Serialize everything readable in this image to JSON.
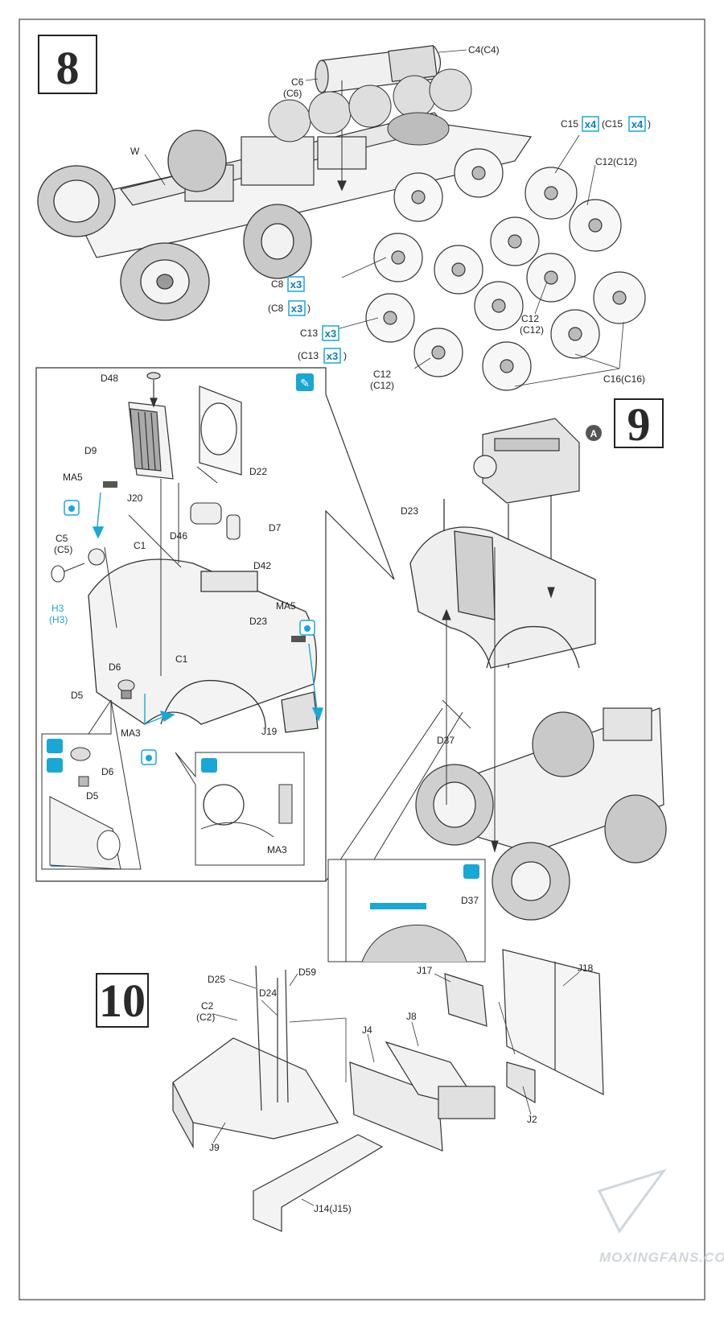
{
  "steps": {
    "s8": "8",
    "s9": "9",
    "s10": "10"
  },
  "labels": {
    "c4": "C4(C4)",
    "c6a": "C6",
    "c6b": "(C6)",
    "w": "W",
    "c15a": "C15",
    "c15b": "(C15",
    "c15c": ")",
    "c12top": "C12(C12)",
    "c8a": "C8",
    "c8b": "(C8",
    "c8c": ")",
    "c13a": "C13",
    "c13b": "(C13",
    "c13c": ")",
    "c12ma": "C12",
    "c12mb": "(C12)",
    "c12la": "C12",
    "c12lb": "(C12)",
    "c16": "C16(C16)",
    "d48": "D48",
    "d9": "D9",
    "d22": "D22",
    "ma5a": "MA5",
    "j20": "J20",
    "d46": "D46",
    "d7": "D7",
    "c5a": "C5",
    "c5b": "(C5)",
    "c1a": "C1",
    "d42": "D42",
    "h3a": "H3",
    "h3b": "(H3)",
    "ma5b": "MA5",
    "c1b": "C1",
    "d23a": "D23",
    "d6a": "D6",
    "d5a": "D5",
    "ma3a": "MA3",
    "j19": "J19",
    "d6b": "D6",
    "d5b": "D5",
    "ma3b": "MA3",
    "a": "A",
    "d23b": "D23",
    "d37a": "D37",
    "d37b": "D37",
    "d25": "D25",
    "d24": "D24",
    "d59": "D59",
    "c2a": "C2",
    "c2b": "(C2)",
    "j17": "J17",
    "j18": "J18",
    "j4": "J4",
    "j8": "J8",
    "j2": "J2",
    "j9": "J9",
    "j14": "J14(J15)"
  },
  "multipliers": {
    "x4a": "x4",
    "x4b": "x4",
    "x3a": "x3",
    "x3b": "x3",
    "x3c": "x3",
    "x3d": "x3"
  },
  "watermark": "MOXINGFANS.COM",
  "colors": {
    "accent": "#19a7d6",
    "ink": "#2a2a2a"
  }
}
